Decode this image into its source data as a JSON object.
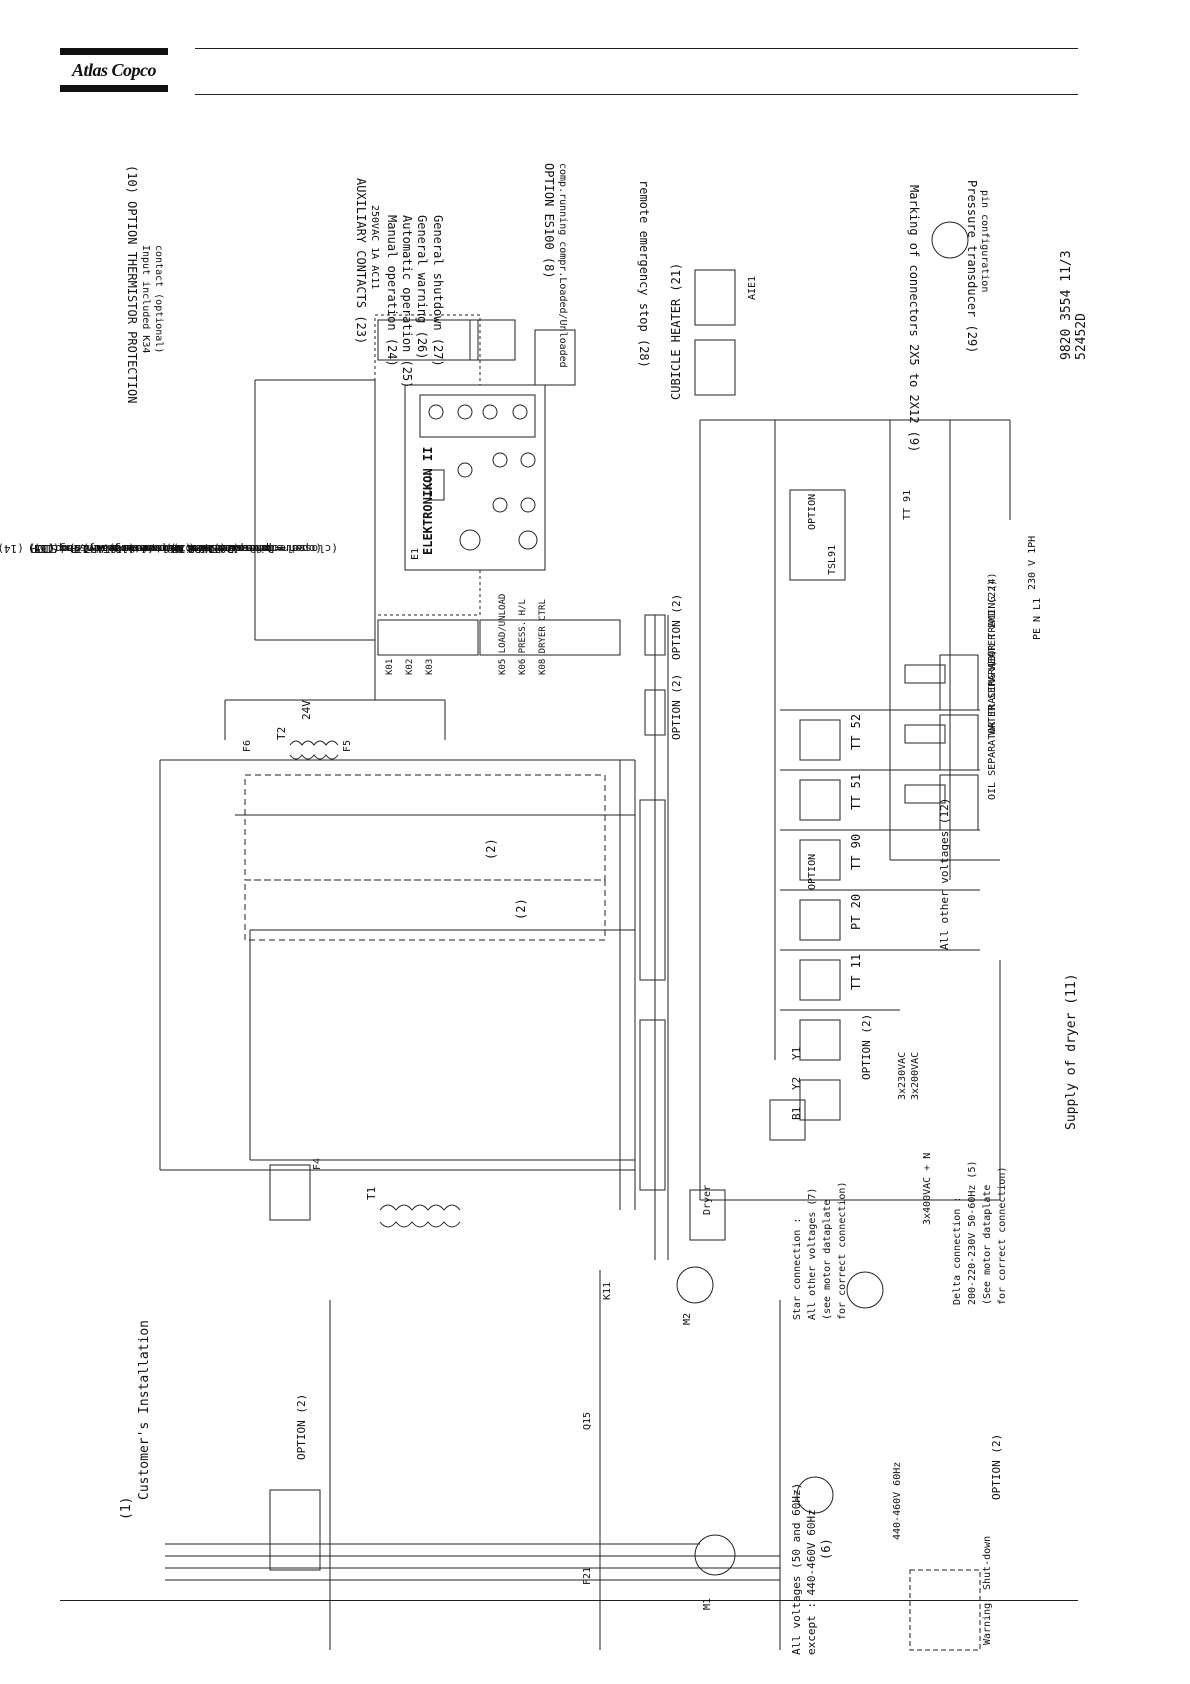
{
  "brand": {
    "logo_text": "Atlas Copco"
  },
  "doc_ref": {
    "number": "9820 3554 11/3",
    "drawing": "52452D"
  },
  "top_labels": [
    {
      "key": "thermistor_title",
      "text": "(10) OPTION THERMISTOR PROTECTION"
    },
    {
      "key": "thermistor_sub1",
      "text": "Input included K34"
    },
    {
      "key": "thermistor_sub2",
      "text": "contact (optional)"
    },
    {
      "key": "aux_contacts",
      "text": "AUXILIARY CONTACTS (23)"
    },
    {
      "key": "aux_rating",
      "text": "250VAC 1A AC11"
    },
    {
      "key": "aux_manual",
      "text": "Manual operation (24)"
    },
    {
      "key": "aux_auto",
      "text": "Automatic operation (25)"
    },
    {
      "key": "aux_warning",
      "text": "General warning (26)"
    },
    {
      "key": "aux_shutdown",
      "text": "General shutdown (27)"
    },
    {
      "key": "es100_title",
      "text": "OPTION ES100 (8)"
    },
    {
      "key": "es100_sub",
      "text": "comp.running compr.Loaded/Unloaded"
    },
    {
      "key": "remote_estop",
      "text": "remote emergency stop (28)"
    },
    {
      "key": "marking",
      "text": "Marking of connectors 2X5 to 2X12 (9)"
    },
    {
      "key": "transducer1",
      "text": "Pressure transducer (29)"
    },
    {
      "key": "transducer2",
      "text": "pin configuration"
    }
  ],
  "input_labels": [
    "emergency stop(13)",
    "remote START/Pr.STOP (14)",
    "remote load/unload (15)",
    "( closed = load )",
    "remote pressure sensing(16)",
    "( link = remote )",
    "overload main/fanmotor(17)",
    "fault EMD (18)",
    "Delta P DD/PD filter (19)",
    "remote pressure set",
    "selection (20)",
    "(open = pressure set 1)",
    "(closed = pressure set 2)"
  ],
  "controller": {
    "label": "ELEKTRONIKON II",
    "ref": "E1"
  },
  "relay_labels": [
    "K01",
    "K02",
    "K03",
    "K05 LOAD/UNLOAD",
    "K06 PRESS. H/L",
    "K08 DRYER CTRL"
  ],
  "mid_labels": [
    {
      "key": "cubicle_heater",
      "text": "CUBICLE HEATER (21)"
    },
    {
      "key": "aie1",
      "text": "AIE1"
    },
    {
      "key": "option_2a",
      "text": "OPTION (2)"
    },
    {
      "key": "option_2b",
      "text": "OPTION (2)"
    },
    {
      "key": "tsl",
      "text": "TSL91"
    },
    {
      "key": "tsl_option",
      "text": "OPTION"
    },
    {
      "key": "tt91",
      "text": "TT 91"
    },
    {
      "key": "supply_230",
      "text": "230 V 1PH"
    },
    {
      "key": "pe_n_l1",
      "text": "PE N L1"
    },
    {
      "key": "heater_emd",
      "text": "HEATER EMD (22)"
    },
    {
      "key": "water_sep",
      "text": "WATER SEPARATOR TRACING (4)"
    },
    {
      "key": "oil_sep",
      "text": "OIL SEPARATOR TRACING (3)"
    },
    {
      "key": "tt52",
      "text": "TT 52"
    },
    {
      "key": "tt51",
      "text": "TT 51"
    },
    {
      "key": "tt90",
      "text": "TT 90"
    },
    {
      "key": "pt20",
      "text": "PT 20"
    },
    {
      "key": "tt11",
      "text": "TT 11"
    },
    {
      "key": "y1",
      "text": "Y1"
    },
    {
      "key": "y2",
      "text": "Y2"
    },
    {
      "key": "b1",
      "text": "B1"
    },
    {
      "key": "option_label",
      "text": "OPTION"
    },
    {
      "key": "option_2c",
      "text": "OPTION (2)"
    },
    {
      "key": "bracket_2a",
      "text": "(2)"
    },
    {
      "key": "bracket_2b",
      "text": "(2)"
    },
    {
      "key": "t1",
      "text": "T1"
    },
    {
      "key": "t2",
      "text": "T2"
    },
    {
      "key": "t2_v",
      "text": "24V"
    },
    {
      "key": "f4",
      "text": "F4"
    },
    {
      "key": "f5",
      "text": "F5"
    },
    {
      "key": "f6",
      "text": "F6"
    }
  ],
  "bottom_labels": [
    {
      "key": "customer",
      "text": "Customer's Installation"
    },
    {
      "key": "customer_num",
      "text": "(1)"
    },
    {
      "key": "option_door",
      "text": "OPTION (2)"
    },
    {
      "key": "all_voltages",
      "text": "All voltages (50 and 60Hz)"
    },
    {
      "key": "except",
      "text": "except : 440-460V 60Hz"
    },
    {
      "key": "ref6",
      "text": "(6)"
    },
    {
      "key": "star_conn",
      "text": "Star connection :"
    },
    {
      "key": "star_other",
      "text": "All other voltages (7)"
    },
    {
      "key": "star_motor",
      "text": "(see motor dataplate"
    },
    {
      "key": "star_correct",
      "text": "for correct connection)"
    },
    {
      "key": "delta_conn",
      "text": "Delta connection :"
    },
    {
      "key": "delta_v",
      "text": "200-220-230V 50-60Hz (5)"
    },
    {
      "key": "delta_motor",
      "text": "(See motor dataplate"
    },
    {
      "key": "delta_correct",
      "text": "for correct connection)"
    },
    {
      "key": "v440",
      "text": "440-460V 60Hz"
    },
    {
      "key": "supply_dryer",
      "text": "Supply of dryer (11)"
    },
    {
      "key": "all_other",
      "text": "All other voltages (12)"
    },
    {
      "key": "v3x230",
      "text": "3x230VAC"
    },
    {
      "key": "v3x200",
      "text": "3x200VAC"
    },
    {
      "key": "v3x400",
      "text": "3x400VAC + N"
    },
    {
      "key": "warning",
      "text": "Warning"
    },
    {
      "key": "shutdown",
      "text": "Shut-down"
    },
    {
      "key": "option_r97",
      "text": "OPTION (2)"
    },
    {
      "key": "m1",
      "text": "M1"
    },
    {
      "key": "m2",
      "text": "M2"
    },
    {
      "key": "q15",
      "text": "Q15"
    },
    {
      "key": "f21",
      "text": "F21"
    },
    {
      "key": "k11",
      "text": "K11"
    },
    {
      "key": "dryer",
      "text": "Dryer"
    }
  ]
}
